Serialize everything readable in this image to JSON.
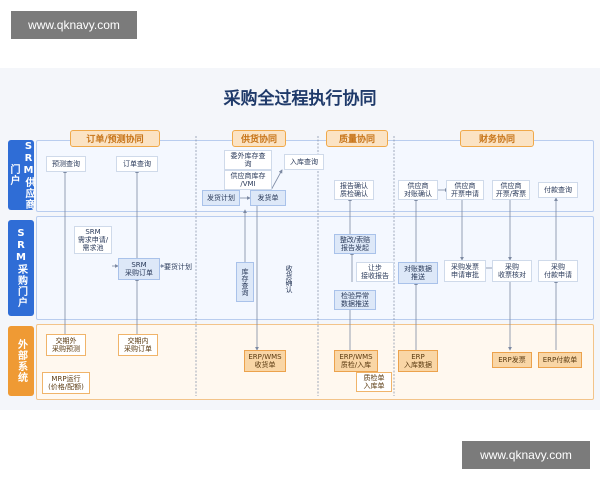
{
  "watermark_top": "www.qknavy.com",
  "watermark_bottom": "www.qknavy.com",
  "title": "采购全过程执行协同",
  "lanes": {
    "srm_supplier": "SRM供应商门户",
    "srm_purchase": "SRM采购门户",
    "external": "外部系统"
  },
  "sections": {
    "order": "订单/预测协同",
    "supply": "供货协同",
    "quality": "质量协同",
    "finance": "财务协同"
  },
  "nodes": {
    "forecast_query": "预测查询",
    "order_query": "订单查询",
    "srm_request": "SRM\n需求申请/\n需求池",
    "srm_order": "SRM\n采购订单",
    "demand_plan": "要货计划",
    "consign_query": "委外库存查\n询",
    "supplier_stock": "供应商库存\n/VMI",
    "ship_plan": "发货计划",
    "ship_order": "发货单",
    "inbound_query": "入库查询",
    "stock_query": "库存查询",
    "receipt_confirm": "收货确认",
    "report_confirm": "报告确认\n质检确认",
    "rectify": "整改/索赔\n报告发起",
    "improve": "让步\n接收报告",
    "inspect_push": "检验异常\n数据推送",
    "supplier_reconcile": "供应商\n对账确认",
    "supplier_invoice": "供应商\n开票申请",
    "supplier_issue": "供应商\n开票/寄票",
    "payment_query": "付款查询",
    "reconcile_push": "对账数据\n推送",
    "purchase_invoice": "采购发票\n申请审批",
    "purchase_receive": "采购\n收票核对",
    "purchase_pay": "采购\n付款申请",
    "ext_forecast": "交期外\n采购预测",
    "ext_order": "交期内\n采购订单",
    "mrp": "MRP运行\n(价格/配额)",
    "erp_wms_receipt": "ERP/WMS\n收货单",
    "erp_wms_quality": "ERP/WMS\n质检/入库",
    "inspect_inbound": "质检单\n入库单",
    "erp_inbound": "ERP\n入库数据",
    "erp_invoice": "ERP发票",
    "erp_payment": "ERP付款单"
  }
}
